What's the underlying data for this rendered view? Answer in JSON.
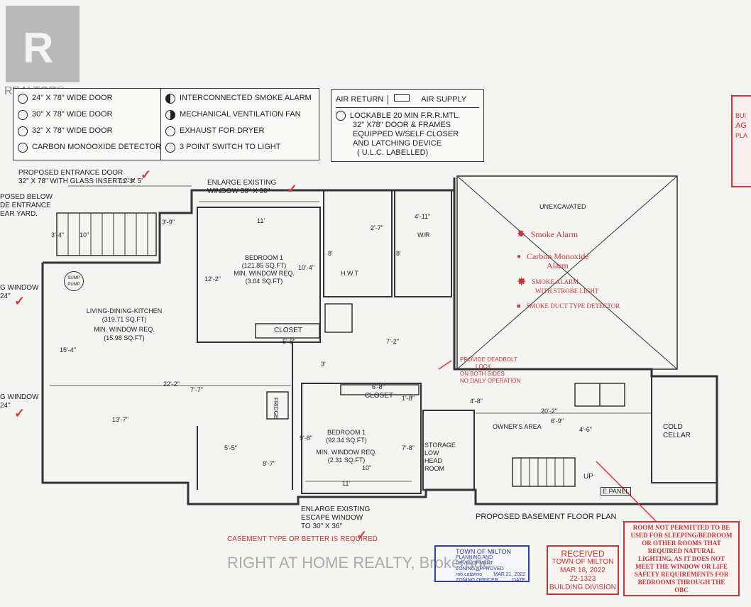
{
  "watermark": {
    "realtor": "REALTOR®",
    "brokerage": "RIGHT AT HOME REALTY, Brokerage"
  },
  "legend_doors": [
    "24\" X 78\" WIDE DOOR",
    "30\" X 78\" WIDE DOOR",
    "32\" X 78\" WIDE DOOR",
    "CARBON MONOOXIDE DETECTOR"
  ],
  "legend_symbols": [
    "INTERCONNECTED SMOKE ALARM",
    "MECHANICAL VENTILATION FAN",
    "EXHAUST FOR DRYER",
    "3 POINT SWITCH TO LIGHT"
  ],
  "legend_air": {
    "return": "AIR RETURN",
    "supply": "AIR SUPPLY",
    "lockable": [
      "LOCKABLE 20 MIN F.R.R.MTL.",
      "32\" X78\" DOOR & FRAMES",
      "EQUIPPED W/SELF CLOSER",
      "AND LATCHING DEVICE",
      "( U.L.C. LABELLED)"
    ]
  },
  "notes": {
    "entrance_door": [
      "PROPOSED ENTRANCE DOOR",
      "32\" X 78\" WITH GLASS INSERT 2' X 5'"
    ],
    "below_entrance": [
      "POSED BELOW",
      "DE ENTRANCE",
      "EAR YARD."
    ],
    "enlarge_window_top": [
      "ENLARGE EXISTING",
      "WINDOW  30\" X 30\""
    ],
    "g_window_1": [
      "G WINDOW",
      "24\""
    ],
    "g_window_2": [
      "G WINDOW",
      "24\""
    ],
    "enlarge_escape": [
      "ENLARGE EXISTING",
      "ESCAPE WINDOW",
      "TO 30\" X 36\""
    ],
    "casement": "CASEMENT TYPE OR BETTER IS REQUIRED",
    "deadbolt": [
      "PROVIDE DEADBOLT",
      "LOCK",
      "ON BOTH SIDES",
      "NO DAILY OPERATION"
    ],
    "plan_title": "PROPOSED BASEMENT FLOOR PLAN",
    "room_not_permitted": [
      "ROOM NOT PERMITTED TO BE",
      "USED FOR SLEEPING/BEDROOM",
      "OR OTHER ROOMS THAT",
      "REQUIRED NATURAL",
      "LIGHTING, AS IT DOES NOT",
      "MEET THE WINDOW OR LIFE",
      "SAFETY REQUIREMENTS FOR",
      "BEDROOMS THROUGH THE",
      "OBC"
    ]
  },
  "rooms": {
    "bedroom1_top": [
      "BEDROOM 1",
      "(121.85 SQ.FT)",
      "MIN. WINDOW REQ.",
      "(3.04 SQ.FT)"
    ],
    "living": [
      "LIVING-DINING-KITCHEN",
      "(319.71 SQ.FT)",
      "MIN. WINDOW REQ.",
      "(15.98 SQ.FT)"
    ],
    "bedroom1_bottom": [
      "BEDROOM 1",
      "(92.34 SQ.FT)",
      "MIN. WINDOW REQ.",
      "(2.31 SQ.FT)"
    ],
    "closet": "CLOSET",
    "closet2": "CLOSET",
    "fridge": "FRIDGE",
    "hwt": "H.W.T",
    "wr": "W/R",
    "storage": [
      "STORAGE",
      "LOW",
      "HEAD",
      "ROOM"
    ],
    "owners_area": "OWNER'S AREA",
    "cold_cellar": [
      "COLD",
      "CELLAR"
    ],
    "unexcavated": "UNEXCAVATED",
    "up": "UP",
    "epanel": "E.PANEL",
    "sump": [
      "SUMP",
      "PUMP"
    ]
  },
  "unexcavated_legend": [
    "Smoke Alarm",
    "Carbon Monoxide",
    "Alarm",
    "SMOKE ALARM",
    "WITH STROBE LIGHT",
    "SMOKE DUCT TYPE DETECTOR"
  ],
  "dims": [
    "11'-3\"",
    "3'-9\"",
    "3'-4\"",
    "10\"",
    "11'",
    "12'-2\"",
    "10'-4\"",
    "8'",
    "2'-7\"",
    "4'-11\"",
    "8'",
    "15'-4\"",
    "22'-2\"",
    "7'-7\"",
    "13'-7\"",
    "5'-8\"",
    "3'",
    "7'-2\"",
    "6'-8\"",
    "1'-8\"",
    "9'-8\"",
    "5'-5\"",
    "8'-7\"",
    "10\"",
    "11'",
    "7'-8\"",
    "4'-8\"",
    "20'-2\"",
    "6'-9\"",
    "4'-6\""
  ],
  "stamp_milton": [
    "TOWN OF MILTON",
    "PLANNING AND DEVELOPMENT",
    "ZONING APPROVED",
    "MAR 21, 2022",
    "rob.catarino",
    "ZONING OFFICER",
    "DATE"
  ],
  "stamp_received": [
    "RECEIVED",
    "TOWN OF MILTON",
    "MAR 18, 2022",
    "22-1323",
    "BUILDING DIVISION"
  ],
  "side_stamp": [
    "BUI",
    "AG",
    "PLA"
  ]
}
